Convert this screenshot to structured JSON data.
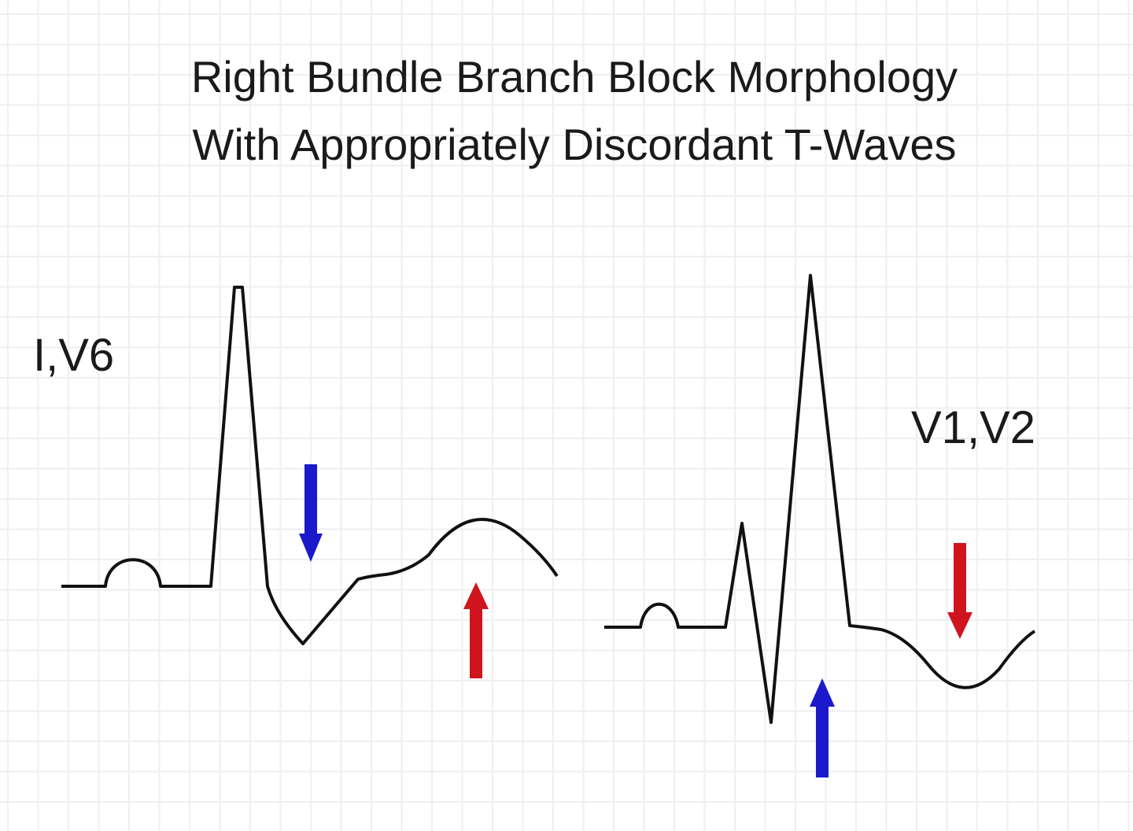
{
  "title": {
    "line1": "Right Bundle Branch Block Morphology",
    "line2": "With Appropriately Discordant T-Waves"
  },
  "labels": {
    "left_leads": "I,V6",
    "right_leads": "V1,V2"
  },
  "colors": {
    "trace": "#111111",
    "arrow_blue": "#1a1acc",
    "arrow_red": "#d0141e",
    "grid": "#efefef"
  }
}
